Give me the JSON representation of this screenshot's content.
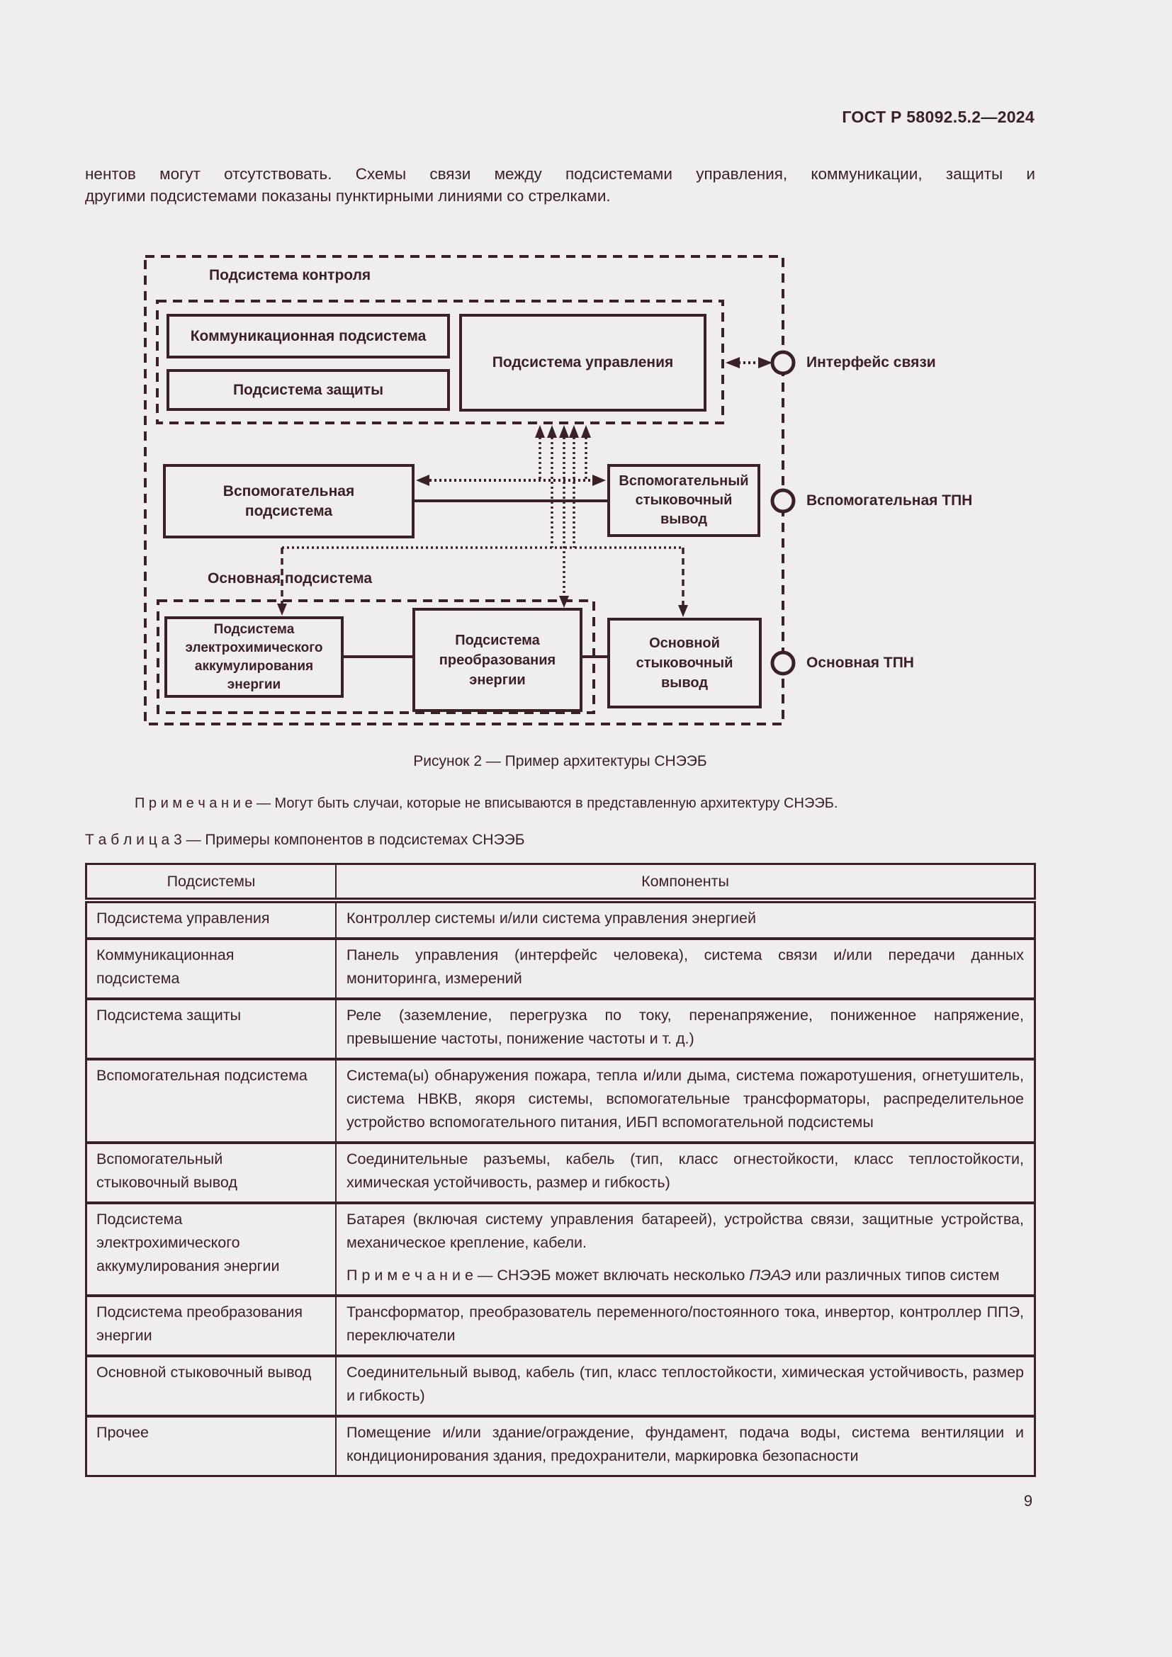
{
  "page": {
    "header": "ГОСТ Р 58092.5.2—2024",
    "number": "9"
  },
  "intro": {
    "line1": "нентов могут отсутствовать. Схемы связи между подсистемами управления, коммуникации, защиты и",
    "line2": "другими подсистемами показаны пунктирными линиями со стрелками."
  },
  "figure": {
    "caption": "Рисунок 2 — Пример архитектуры СНЭЭБ",
    "note": "П р и м е ч а н и е   — Могут быть случаи, которые не вписываются в представленную архитектуру СНЭЭБ.",
    "diagram": {
      "control_group": "Подсистема контроля",
      "main_group": "Основная подсистема",
      "communication_box": "Коммуникационная подсистема",
      "protection_box": "Подсистема защиты",
      "control_box": "Подсистема управления",
      "auxiliary_box": "Вспомогательная\nподсистема",
      "aux_terminal_box": "Вспомогательный\nстыковочный\nвывод",
      "storage_box": "Подсистема\nэлектрохимического\nаккумулирования\nэнергии",
      "conversion_box": "Подсистема\nпреобразования\nэнергии",
      "main_terminal_box": "Основной\nстыковочный\nвывод",
      "interface_label": "Интерфейс связи",
      "aux_tpn_label": "Вспомогательная ТПН",
      "main_tpn_label": "Основная ТПН"
    }
  },
  "table": {
    "title": "Т а б л и ц а   3 — Примеры компонентов в подсистемах СНЭЭБ",
    "columns": [
      "Подсистемы",
      "Компоненты"
    ],
    "rows": [
      {
        "subsystem": "Подсистема управления",
        "paragraphs": [
          {
            "parts": [
              {
                "text": "Контроллер системы и/или система управления энергией"
              }
            ]
          }
        ]
      },
      {
        "subsystem": "Коммуникационная подсистема",
        "paragraphs": [
          {
            "parts": [
              {
                "text": "Панель управления (интерфейс человека), система связи и/или передачи данных мониторинга, измерений"
              }
            ]
          }
        ]
      },
      {
        "subsystem": "Подсистема защиты",
        "paragraphs": [
          {
            "parts": [
              {
                "text": "Реле (заземление, перегрузка по току, перенапряжение, пониженное напряжение, превышение частоты, понижение частоты и т. д.)"
              }
            ]
          }
        ]
      },
      {
        "subsystem": "Вспомогательная подсистема",
        "paragraphs": [
          {
            "parts": [
              {
                "text": "Система(ы) обнаружения пожара, тепла и/или дыма, система пожаротушения, огнетушитель, система НВКВ, якоря системы, вспомогательные трансформаторы, распределительное устройство вспомогательного питания, ИБП вспомогательной подсистемы"
              }
            ]
          }
        ]
      },
      {
        "subsystem": "Вспомогательный стыковочный вывод",
        "paragraphs": [
          {
            "parts": [
              {
                "text": "Соединительные разъемы, кабель (тип, класс огнестойкости, класс теплостойкости, химическая устойчивость, размер и гибкость)"
              }
            ]
          }
        ]
      },
      {
        "subsystem": "Подсистема электрохимического аккумулирования энергии",
        "paragraphs": [
          {
            "parts": [
              {
                "text": "Батарея (включая систему управления батареей), устройства связи, защитные устройства, механическое крепление, кабели."
              }
            ]
          },
          {
            "note": true,
            "parts": [
              {
                "text": "П р и м е ч а н и е   — СНЭЭБ может включать несколько "
              },
              {
                "text": "ПЭАЭ",
                "italic": true
              },
              {
                "text": " или различных типов систем"
              }
            ]
          }
        ]
      },
      {
        "subsystem": "Подсистема преобразования энергии",
        "paragraphs": [
          {
            "parts": [
              {
                "text": "Трансформатор, преобразователь переменного/постоянного тока, инвертор, контроллер ППЭ, переключатели"
              }
            ]
          }
        ]
      },
      {
        "subsystem": "Основной стыковочный вывод",
        "paragraphs": [
          {
            "parts": [
              {
                "text": "Соединительный вывод, кабель (тип, класс теплостойкости, химическая устойчивость, размер и гибкость)"
              }
            ]
          }
        ]
      },
      {
        "subsystem": "Прочее",
        "paragraphs": [
          {
            "parts": [
              {
                "text": "Помещение и/или здание/ограждение, фундамент, подача воды, система вентиляции и кондиционирования здания, предохранители, маркировка безопасности"
              }
            ]
          }
        ]
      }
    ]
  },
  "colors": {
    "ink": "#3a2126",
    "paper": "#efeeec"
  }
}
